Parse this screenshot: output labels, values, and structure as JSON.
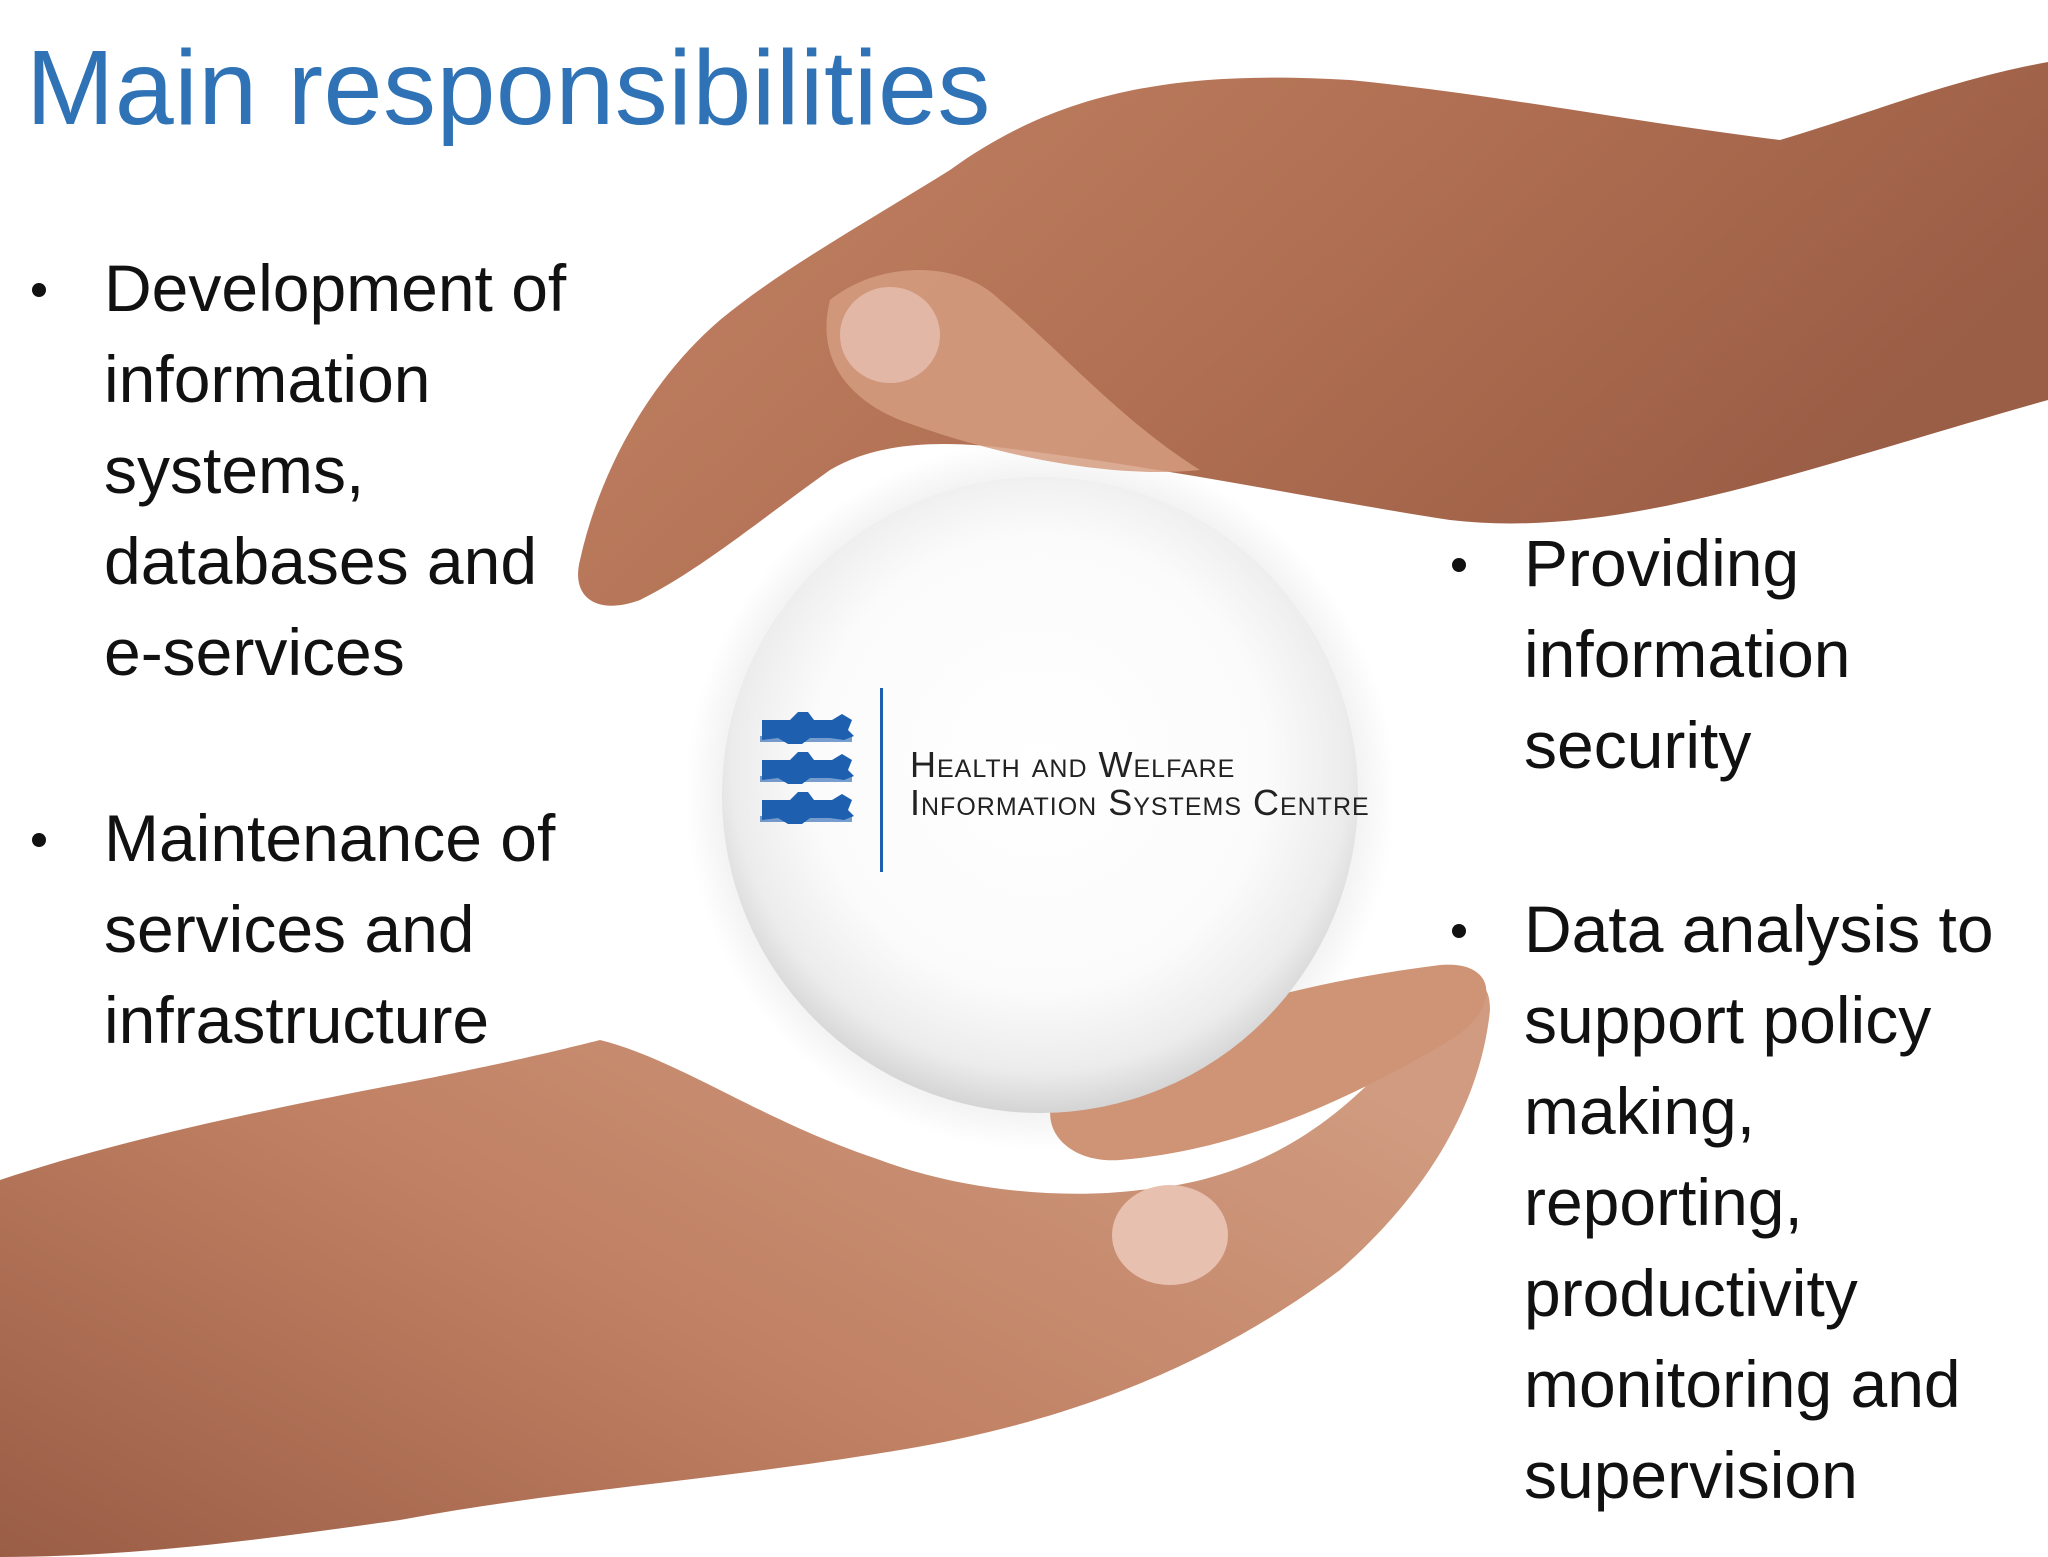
{
  "title": "Main responsibilities",
  "left_bullets": [
    "Development of\ninformation\nsystems,\ndatabases and\ne-services",
    "Maintenance of\nservices and\ninfrastructure"
  ],
  "right_bullets": [
    "Providing\ninformation\nsecurity",
    "Data analysis to\nsupport policy\nmaking,\nreporting,\nproductivity\nmonitoring and\nsupervision"
  ],
  "logo": {
    "line1": "Health and Welfare",
    "line2": "Information Systems Centre"
  },
  "colors": {
    "title": "#2f73b6",
    "logo_blue": "#1e5fb0",
    "skin": "#c98a6a"
  }
}
